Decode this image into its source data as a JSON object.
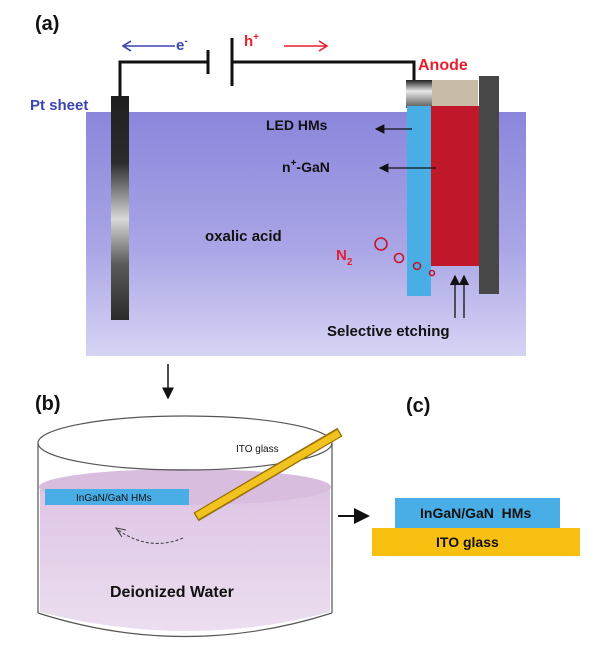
{
  "panel_a": {
    "letter": "(a)",
    "electron": "e",
    "electron_sup": "-",
    "hole": "h",
    "hole_sup": "+",
    "anode": "Anode",
    "pt_sheet": "Pt sheet",
    "led_hms": "LED HMs",
    "n_gan": "GaN",
    "n_gan_prefix": "n",
    "n_gan_sup": "+",
    "oxalic_acid": "oxalic acid",
    "n2": "N",
    "n2_sub": "2",
    "selective_etching": "Selective etching"
  },
  "panel_b": {
    "letter": "(b)",
    "ito_glass": "ITO glass",
    "hms": "InGaN/GaN HMs",
    "water": "Deionized Water"
  },
  "panel_c": {
    "letter": "(c)",
    "hms": "InGaN/GaN  HMs",
    "ito_glass": "ITO glass"
  },
  "colors": {
    "electrolyte": "#9e9be0",
    "electrode_dark": "#3a3a3a",
    "led_blue": "#4aaee6",
    "gan_red": "#c0182a",
    "anode_cap": "#c8bba8",
    "label_red": "#e8202e",
    "label_blue": "#3b44b0",
    "water": "#e2cde8",
    "ito_yellow": "#f8c010",
    "ito_rod": "#e8b21c"
  }
}
